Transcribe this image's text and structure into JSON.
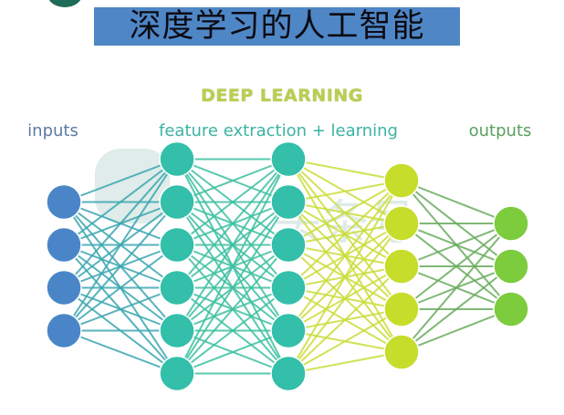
{
  "title": "深度学习的人工智能",
  "subtitle": "DEEP LEARNING",
  "labels": {
    "inputs": "inputs",
    "feature": "feature extraction + learning",
    "outputs": "outputs"
  },
  "watermark": "头条号",
  "network": {
    "layers": [
      {
        "nodes": 4,
        "color": "#4a86c7",
        "edge_color": "#6b8fc0"
      },
      {
        "nodes": 6,
        "color": "#33bfa9",
        "edge_color": "#3aa6b0"
      },
      {
        "nodes": 6,
        "color": "#33bfa9",
        "edge_color": "#3cbfa0"
      },
      {
        "nodes": 5,
        "color": "#c7dd2c",
        "edge_color": "#c9dd3a"
      },
      {
        "nodes": 3,
        "color": "#7ccc3e",
        "edge_color": "#6aab5e"
      }
    ]
  },
  "colors": {
    "title_band": "#4f86c6",
    "subtitle": "#b9cf52"
  }
}
